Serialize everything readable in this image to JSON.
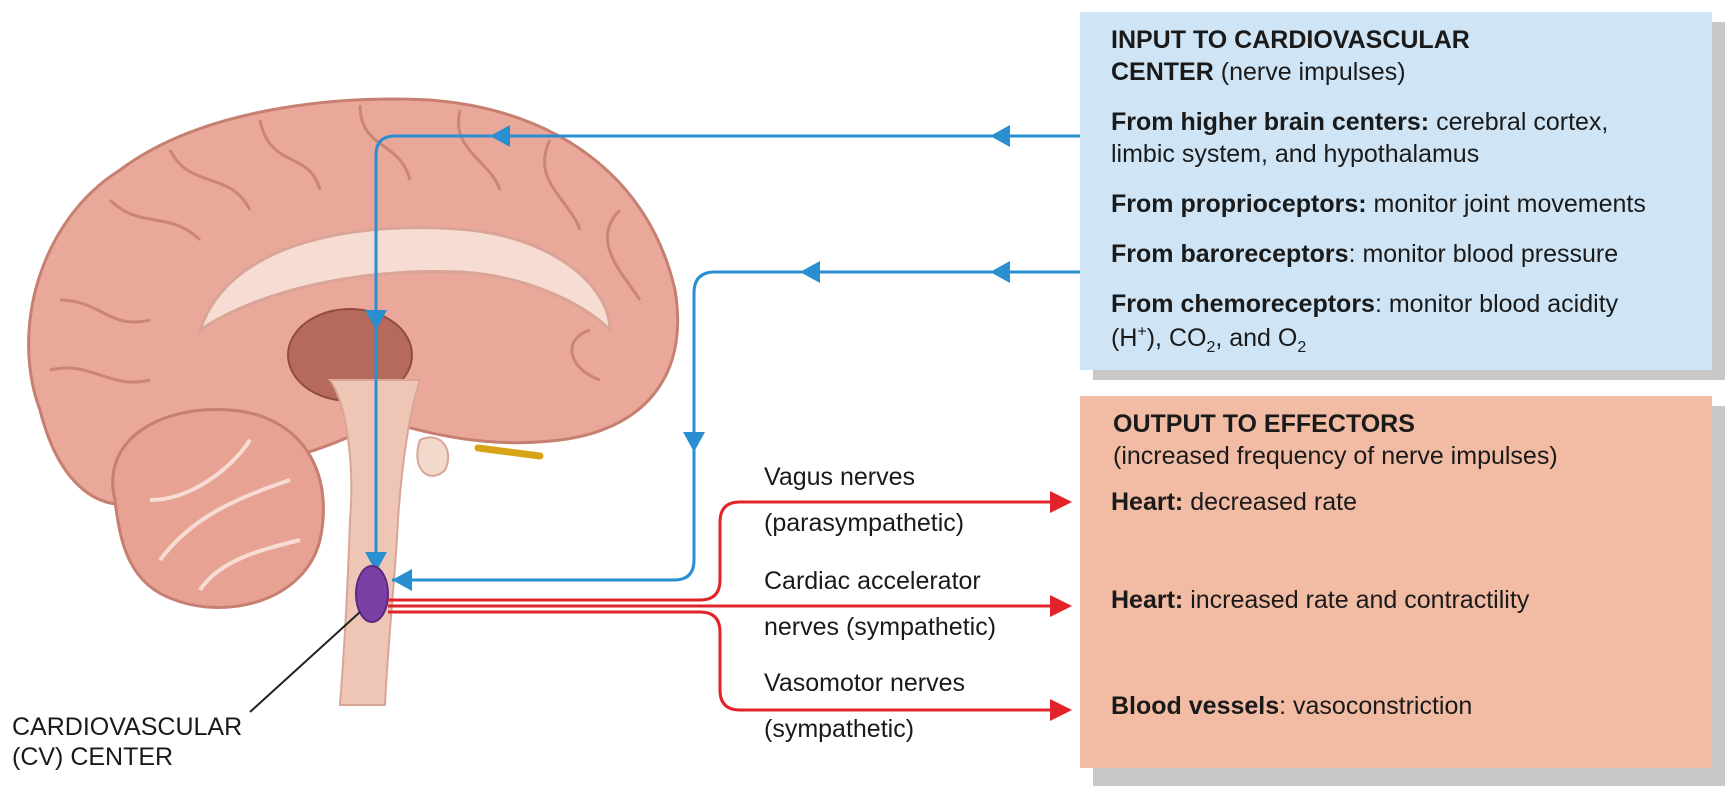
{
  "input_box": {
    "title_line1": "INPUT TO CARDIOVASCULAR",
    "title_line2_bold": "CENTER",
    "title_line2_rest": " (nerve impulses)",
    "higher_bold": "From higher brain centers:",
    "higher_rest": " cerebral cortex,",
    "higher_line2": "limbic system, and hypothalamus",
    "proprio_bold": "From proprioceptors:",
    "proprio_rest": " monitor joint movements",
    "baro_bold": "From baroreceptors",
    "baro_rest": ": monitor blood pressure",
    "chemo_bold": "From chemoreceptors",
    "chemo_rest": ": monitor blood acidity",
    "chemo_l2_a": "(H",
    "chemo_l2_sup": "+",
    "chemo_l2_b": "), CO",
    "chemo_l2_sub1": "2",
    "chemo_l2_c": ", and O",
    "chemo_l2_sub2": "2"
  },
  "output_box": {
    "title": "OUTPUT TO EFFECTORS",
    "subtitle": "(increased frequency of nerve impulses)",
    "heart1_bold": "Heart:",
    "heart1_rest": " decreased rate",
    "heart2_bold": "Heart:",
    "heart2_rest": " increased rate and contractility",
    "vessels_bold": "Blood vessels",
    "vessels_rest": ": vasoconstriction"
  },
  "nerves": {
    "vagus_1": "Vagus nerves",
    "vagus_2": "(parasympathetic)",
    "cardiac_1": "Cardiac accelerator",
    "cardiac_2": "nerves (sympathetic)",
    "vaso_1": "Vasomotor nerves",
    "vaso_2": "(sympathetic)"
  },
  "center_label": {
    "line1": "CARDIOVASCULAR",
    "line2": "(CV) CENTER"
  },
  "colors": {
    "input_fill": "#cfe4f4",
    "output_fill": "#f1bba4",
    "input_arrow": "#2a8fd0",
    "output_arrow": "#e0242a",
    "cv_center": "#7b3fa6"
  }
}
